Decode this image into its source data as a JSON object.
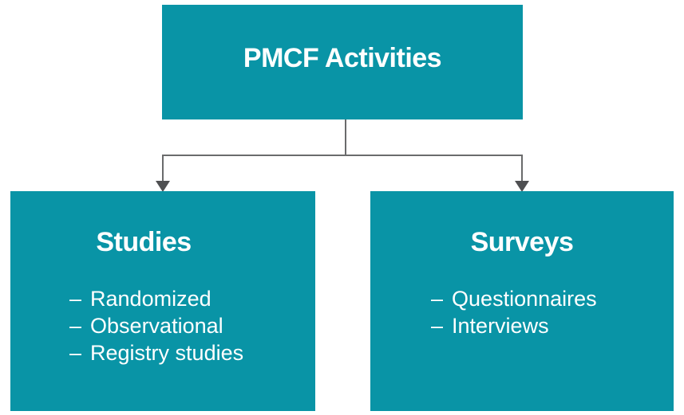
{
  "diagram": {
    "root": {
      "label": "PMCF Activities"
    },
    "children": [
      {
        "label": "Studies",
        "bullet": "–",
        "items": [
          "Randomized",
          "Observational",
          "Registry studies"
        ]
      },
      {
        "label": "Surveys",
        "bullet": "–",
        "items": [
          "Questionnaires",
          "Interviews"
        ]
      }
    ],
    "colors": {
      "node_fill": "#0994A6",
      "node_text": "#FFFFFF",
      "connector_line": "#6A6B6C",
      "arrowhead": "#4F5052",
      "background": "#FFFFFF"
    },
    "icons": {
      "connector_arrows": "arrow-down-icon"
    }
  }
}
